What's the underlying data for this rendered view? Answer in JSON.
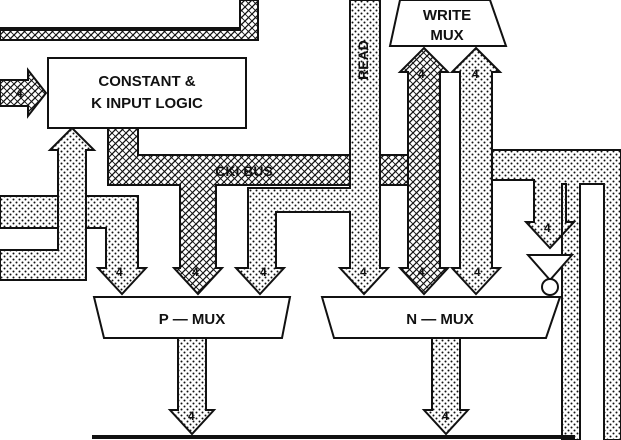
{
  "blocks": {
    "constant_logic": {
      "line1": "CONSTANT &",
      "line2": "K INPUT LOGIC"
    },
    "write_mux": {
      "line1": "WRITE",
      "line2": "MUX"
    },
    "p_mux": {
      "label": "P — MUX"
    },
    "n_mux": {
      "label": "N — MUX"
    }
  },
  "buses": {
    "cki_bus": "CKI BUS",
    "read_bus": "READ"
  },
  "bus_width": "4",
  "colors": {
    "ink": "#111111",
    "paper": "#ffffff"
  }
}
